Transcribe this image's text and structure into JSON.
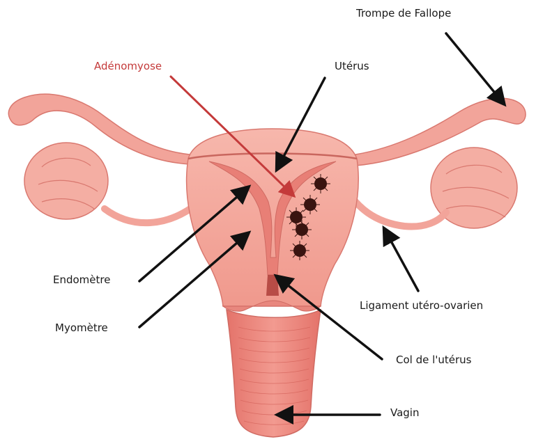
{
  "labels": {
    "fallope": "Trompe de Fallope",
    "adenomyose": "Adénomyose",
    "uterus": "Utérus",
    "endometre": "Endomètre",
    "myometre": "Myomètre",
    "ligament": "Ligament utéro-ovarien",
    "col": "Col de l'utérus",
    "vagin": "Vagin"
  },
  "colors": {
    "tissue": "#f2a49a",
    "tissue_dark": "#d9786f",
    "tissue_light": "#f9c7bd",
    "lesion": "#3a1410",
    "accent": "#c43a3a",
    "arrow": "#111111"
  }
}
